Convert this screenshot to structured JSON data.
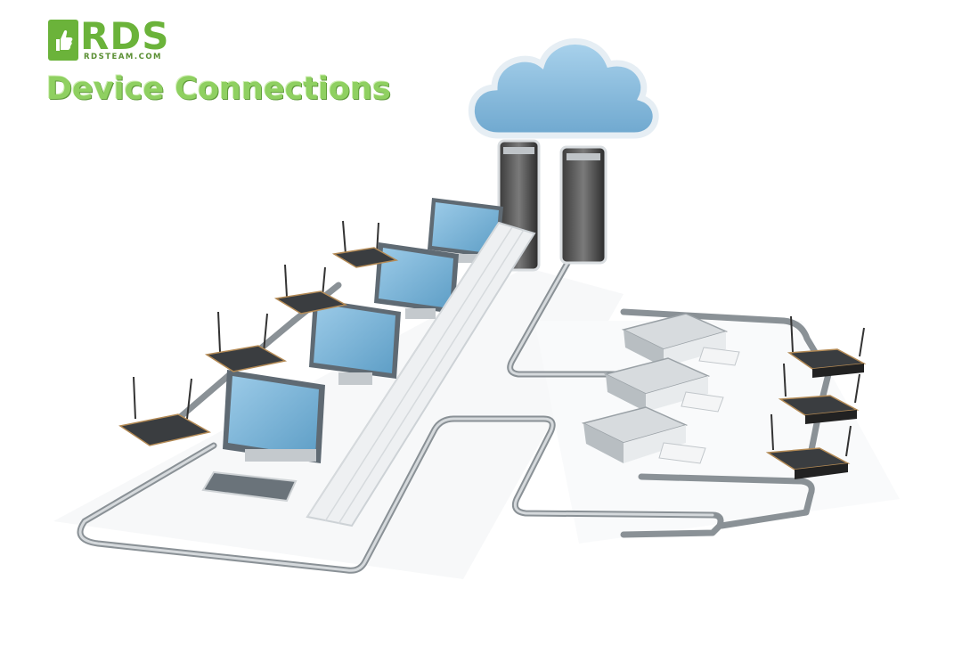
{
  "logo": {
    "word": "RDS",
    "sub": "RDSTEAM.COM"
  },
  "title": "Device Connections",
  "colors": {
    "brand": "#6bb33a",
    "title": "#8fd061",
    "screen": "#7db4d8",
    "cloud": "#8cc0e0"
  },
  "icons": [
    "thumbs-up-icon",
    "cloud-icon",
    "server-icon",
    "monitor-icon",
    "router-icon",
    "printer-icon",
    "keyboard-icon",
    "firewall-icon"
  ]
}
